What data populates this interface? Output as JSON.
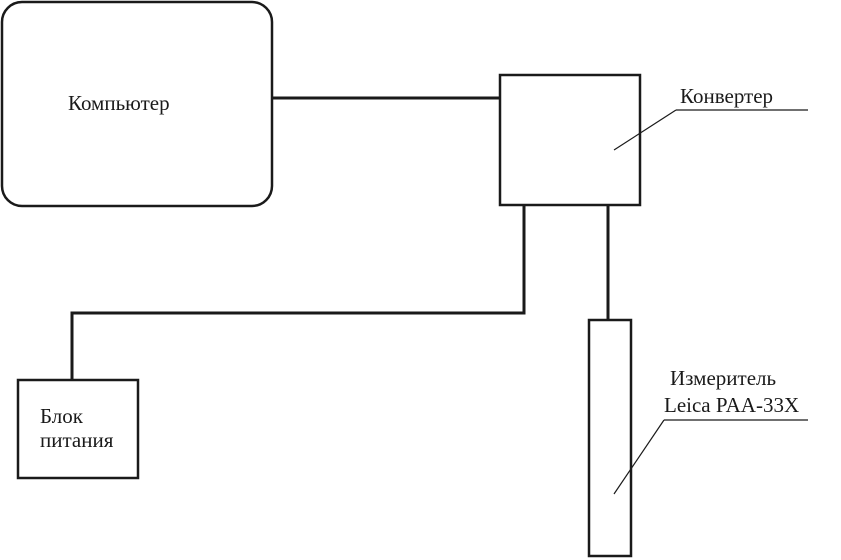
{
  "computer": {
    "label": "Компьютер"
  },
  "converter": {
    "label": "Конвертер"
  },
  "power_supply": {
    "label_line1": "Блок",
    "label_line2": "питания"
  },
  "meter": {
    "label_line1": "Измеритель",
    "label_line2": "Leica PAA-33X"
  }
}
